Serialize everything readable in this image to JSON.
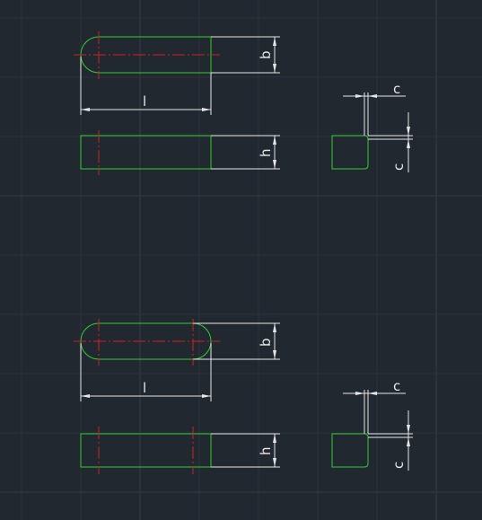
{
  "drawing": {
    "background": "#212830",
    "colors": {
      "outline": "#33cc33",
      "centerline": "#cc2222",
      "dimension": "#e6e6e6",
      "grid": "#2a323c"
    },
    "key_top": {
      "label_length": "l",
      "label_width": "b",
      "label_height": "h",
      "label_chamfer_h": "c",
      "label_chamfer_v": "c"
    },
    "key_bottom": {
      "label_length": "l",
      "label_width": "b",
      "label_height": "h",
      "label_chamfer_h": "c",
      "label_chamfer_v": "c"
    }
  }
}
